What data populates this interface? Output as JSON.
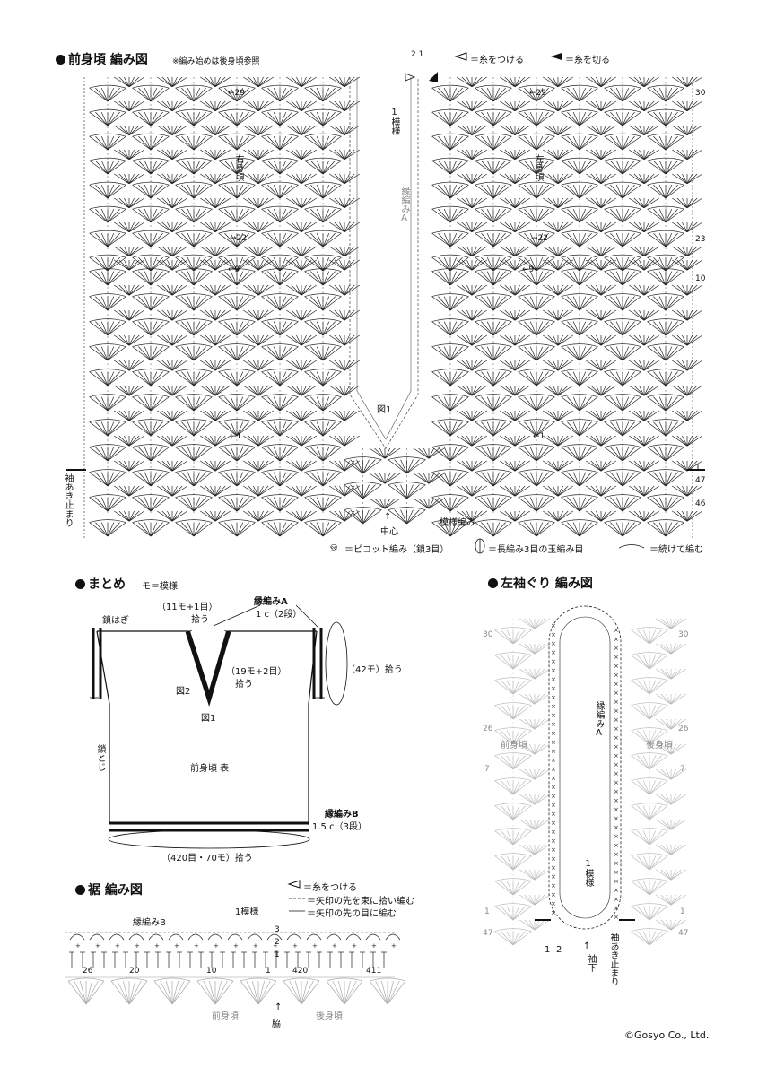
{
  "front": {
    "title": "前身頃 編み図",
    "note": "※編み始めは後身頃参照",
    "legend_attach": "＝糸をつける",
    "legend_cut": "＝糸を切る",
    "col_nums_top": "2 1",
    "row_labels_left": [
      "←29",
      "→22",
      "←9",
      "←1"
    ],
    "row_labels_right": [
      "←29",
      "→22",
      "←9",
      "←1"
    ],
    "right_side_nums": [
      "30",
      "23",
      "10",
      "1",
      "47",
      "46"
    ],
    "right_body_label": "右身頃",
    "left_body_label": "左身頃",
    "one_pattern": "1模様",
    "edge_a": "縁編みA",
    "fig1": "図1",
    "center": "中心",
    "pattern_stitch": "模様編み",
    "sleeve_stop": "袖あき止まり",
    "legend_picot": "＝ピコット編み（鎖3目）",
    "legend_bobble": "＝長編み3目の玉編み目",
    "legend_continue": "＝続けて編む"
  },
  "summary": {
    "title": "まとめ",
    "note": "モ＝模様",
    "chain_join": "鎖はぎ",
    "pick_11": "（11モ+1目）",
    "pick_up": "拾う",
    "edge_a": "縁編みA",
    "edge_a_size": "1 c（2段）",
    "pick_19": "（19モ+2目）",
    "pick_up2": "拾う",
    "pick_42": "（42モ）拾う",
    "fig2": "図2",
    "fig1": "図1",
    "chain_close": "鎖とじ",
    "front_face": "前身頃 表",
    "edge_b": "縁編みB",
    "edge_b_size": "1.5 c（3段）",
    "pick_420": "（420目・70モ）拾う"
  },
  "hem": {
    "title": "裾 編み図",
    "legend_attach": "＝糸をつける",
    "legend_bundle": "＝矢印の先を束に拾い編む",
    "legend_stitch": "＝矢印の先の目に編む",
    "one_pattern": "1模様",
    "edge_b": "縁編みB",
    "row_nums": [
      "3",
      "2",
      "1"
    ],
    "counts": [
      "26",
      "20",
      "10",
      "1",
      "420",
      "411"
    ],
    "front_body": "前身頃",
    "back_body": "後身頃",
    "side": "脇"
  },
  "sleeve": {
    "title": "左袖ぐり 編み図",
    "row_nums_left": [
      "30",
      "26",
      "7",
      "1",
      "47"
    ],
    "row_nums_right": [
      "30",
      "26",
      "7",
      "1",
      "47"
    ],
    "front_body": "前身頃",
    "back_body": "後身頃",
    "edge_a": "縁編みA",
    "one_pattern": "1模様",
    "bottom_nums": [
      "1",
      "2"
    ],
    "underarm": "袖下",
    "sleeve_stop": "袖あき止まり"
  },
  "copyright": "©Gosyo Co., Ltd."
}
